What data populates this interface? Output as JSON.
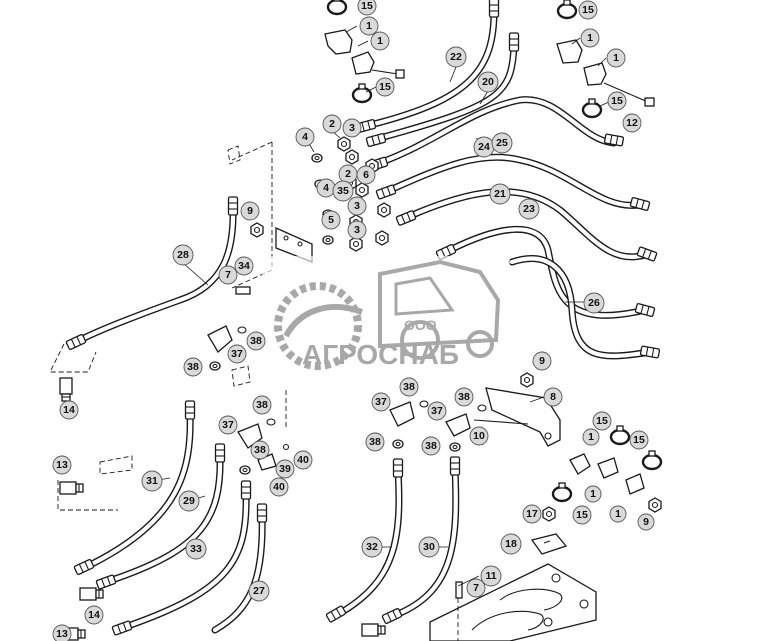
{
  "watermark": {
    "company_form": "ООО",
    "company_name": "АГРОСНАБ",
    "color": "#9a9a9a"
  },
  "callout_style": {
    "fill": "#d9d9d9",
    "stroke": "#555555"
  },
  "callouts": [
    {
      "id": "c1",
      "label": "15"
    },
    {
      "id": "c2",
      "label": "1"
    },
    {
      "id": "c3",
      "label": "1"
    },
    {
      "id": "c4",
      "label": "15"
    },
    {
      "id": "c5",
      "label": "15"
    },
    {
      "id": "c6",
      "label": "1"
    },
    {
      "id": "c7",
      "label": "1"
    },
    {
      "id": "c8",
      "label": "15"
    },
    {
      "id": "c9",
      "label": "12"
    },
    {
      "id": "c10",
      "label": "22"
    },
    {
      "id": "c11",
      "label": "20"
    },
    {
      "id": "c12",
      "label": "4"
    },
    {
      "id": "c13",
      "label": "2"
    },
    {
      "id": "c14",
      "label": "3"
    },
    {
      "id": "c15",
      "label": "24"
    },
    {
      "id": "c16",
      "label": "25"
    },
    {
      "id": "c17",
      "label": "2"
    },
    {
      "id": "c18",
      "label": "6"
    },
    {
      "id": "c19",
      "label": "4"
    },
    {
      "id": "c20",
      "label": "35"
    },
    {
      "id": "c21",
      "label": "21"
    },
    {
      "id": "c22",
      "label": "5"
    },
    {
      "id": "c23",
      "label": "3"
    },
    {
      "id": "c24",
      "label": "3"
    },
    {
      "id": "c25",
      "label": "23"
    },
    {
      "id": "c26",
      "label": "9"
    },
    {
      "id": "c27",
      "label": "28"
    },
    {
      "id": "c28",
      "label": "34"
    },
    {
      "id": "c29",
      "label": "7"
    },
    {
      "id": "c30",
      "label": "26"
    },
    {
      "id": "c31",
      "label": "37"
    },
    {
      "id": "c32",
      "label": "38"
    },
    {
      "id": "c33",
      "label": "38"
    },
    {
      "id": "c34",
      "label": "14"
    },
    {
      "id": "c35",
      "label": "9"
    },
    {
      "id": "c36",
      "label": "38"
    },
    {
      "id": "c37",
      "label": "8"
    },
    {
      "id": "c38",
      "label": "37"
    },
    {
      "id": "c39",
      "label": "37"
    },
    {
      "id": "c40",
      "label": "38"
    },
    {
      "id": "c41",
      "label": "10"
    },
    {
      "id": "c42",
      "label": "38"
    },
    {
      "id": "c43",
      "label": "38"
    },
    {
      "id": "c44",
      "label": "37"
    },
    {
      "id": "c45",
      "label": "38"
    },
    {
      "id": "c46",
      "label": "39"
    },
    {
      "id": "c47",
      "label": "40"
    },
    {
      "id": "c48",
      "label": "40"
    },
    {
      "id": "c49",
      "label": "38"
    },
    {
      "id": "c50",
      "label": "15"
    },
    {
      "id": "c51",
      "label": "1"
    },
    {
      "id": "c52",
      "label": "15"
    },
    {
      "id": "c53",
      "label": "1"
    },
    {
      "id": "c54",
      "label": "15"
    },
    {
      "id": "c55",
      "label": "1"
    },
    {
      "id": "c56",
      "label": "9"
    },
    {
      "id": "c57",
      "label": "17"
    },
    {
      "id": "c58",
      "label": "13"
    },
    {
      "id": "c59",
      "label": "31"
    },
    {
      "id": "c60",
      "label": "29"
    },
    {
      "id": "c61",
      "label": "33"
    },
    {
      "id": "c62",
      "label": "27"
    },
    {
      "id": "c63",
      "label": "32"
    },
    {
      "id": "c64",
      "label": "30"
    },
    {
      "id": "c65",
      "label": "18"
    },
    {
      "id": "c66",
      "label": "11"
    },
    {
      "id": "c67",
      "label": "7"
    },
    {
      "id": "c68",
      "label": "14"
    },
    {
      "id": "c69",
      "label": "13"
    }
  ]
}
